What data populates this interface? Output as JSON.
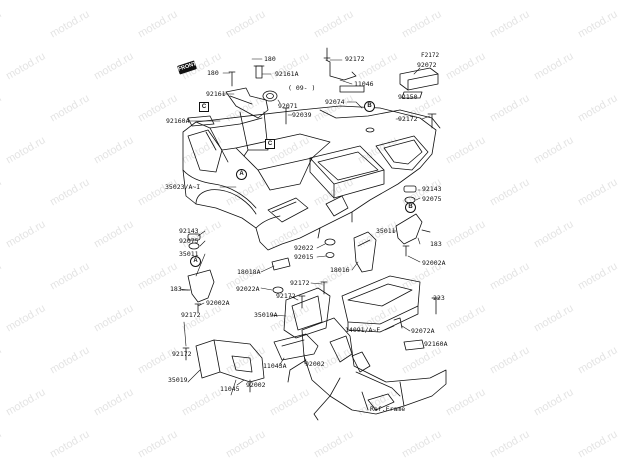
{
  "watermark": "motod.ru",
  "figure_code": "F2172",
  "front_tag": "FRONT",
  "variant_note": "( 09- )",
  "badges": [
    "A",
    "B",
    "C"
  ],
  "parts": [
    {
      "id": "180a",
      "text": "180"
    },
    {
      "id": "180b",
      "text": "180"
    },
    {
      "id": "92161A",
      "text": "92161A"
    },
    {
      "id": "92161",
      "text": "92161"
    },
    {
      "id": "92160A_top",
      "text": "92160A"
    },
    {
      "id": "92071",
      "text": "92071"
    },
    {
      "id": "92039",
      "text": "92039"
    },
    {
      "id": "92172_top",
      "text": "92172"
    },
    {
      "id": "11046",
      "text": "11046"
    },
    {
      "id": "92072",
      "text": "92072"
    },
    {
      "id": "92074",
      "text": "92074"
    },
    {
      "id": "92150",
      "text": "92150"
    },
    {
      "id": "92172_right",
      "text": "92172"
    },
    {
      "id": "35023",
      "text": "35023/A~I"
    },
    {
      "id": "92143_right",
      "text": "92143"
    },
    {
      "id": "92075_right",
      "text": "92075"
    },
    {
      "id": "35011_right",
      "text": "35011"
    },
    {
      "id": "183_right",
      "text": "183"
    },
    {
      "id": "92002A_right",
      "text": "92002A"
    },
    {
      "id": "92143_left",
      "text": "92143"
    },
    {
      "id": "92075_left",
      "text": "92075"
    },
    {
      "id": "35011_left",
      "text": "35011"
    },
    {
      "id": "92022",
      "text": "92022"
    },
    {
      "id": "92015",
      "text": "92015"
    },
    {
      "id": "18016",
      "text": "18016"
    },
    {
      "id": "18018A",
      "text": "18018A"
    },
    {
      "id": "92022A",
      "text": "92022A"
    },
    {
      "id": "92172_mid",
      "text": "92172"
    },
    {
      "id": "92172_mid2",
      "text": "92172"
    },
    {
      "id": "183_left",
      "text": "183"
    },
    {
      "id": "92002A_left",
      "text": "92002A"
    },
    {
      "id": "223",
      "text": "223"
    },
    {
      "id": "92172_low",
      "text": "92172"
    },
    {
      "id": "35019A",
      "text": "35019A"
    },
    {
      "id": "14091",
      "text": "14091/A~F"
    },
    {
      "id": "92072A",
      "text": "92072A"
    },
    {
      "id": "92160A_low",
      "text": "92160A"
    },
    {
      "id": "11043A",
      "text": "11043A"
    },
    {
      "id": "92002_mid",
      "text": "92002"
    },
    {
      "id": "92172_bl",
      "text": "92172"
    },
    {
      "id": "35019",
      "text": "35019"
    },
    {
      "id": "92002_low",
      "text": "92002"
    },
    {
      "id": "11045",
      "text": "11045"
    },
    {
      "id": "ref_frame",
      "text": "Ref.Frame"
    }
  ]
}
